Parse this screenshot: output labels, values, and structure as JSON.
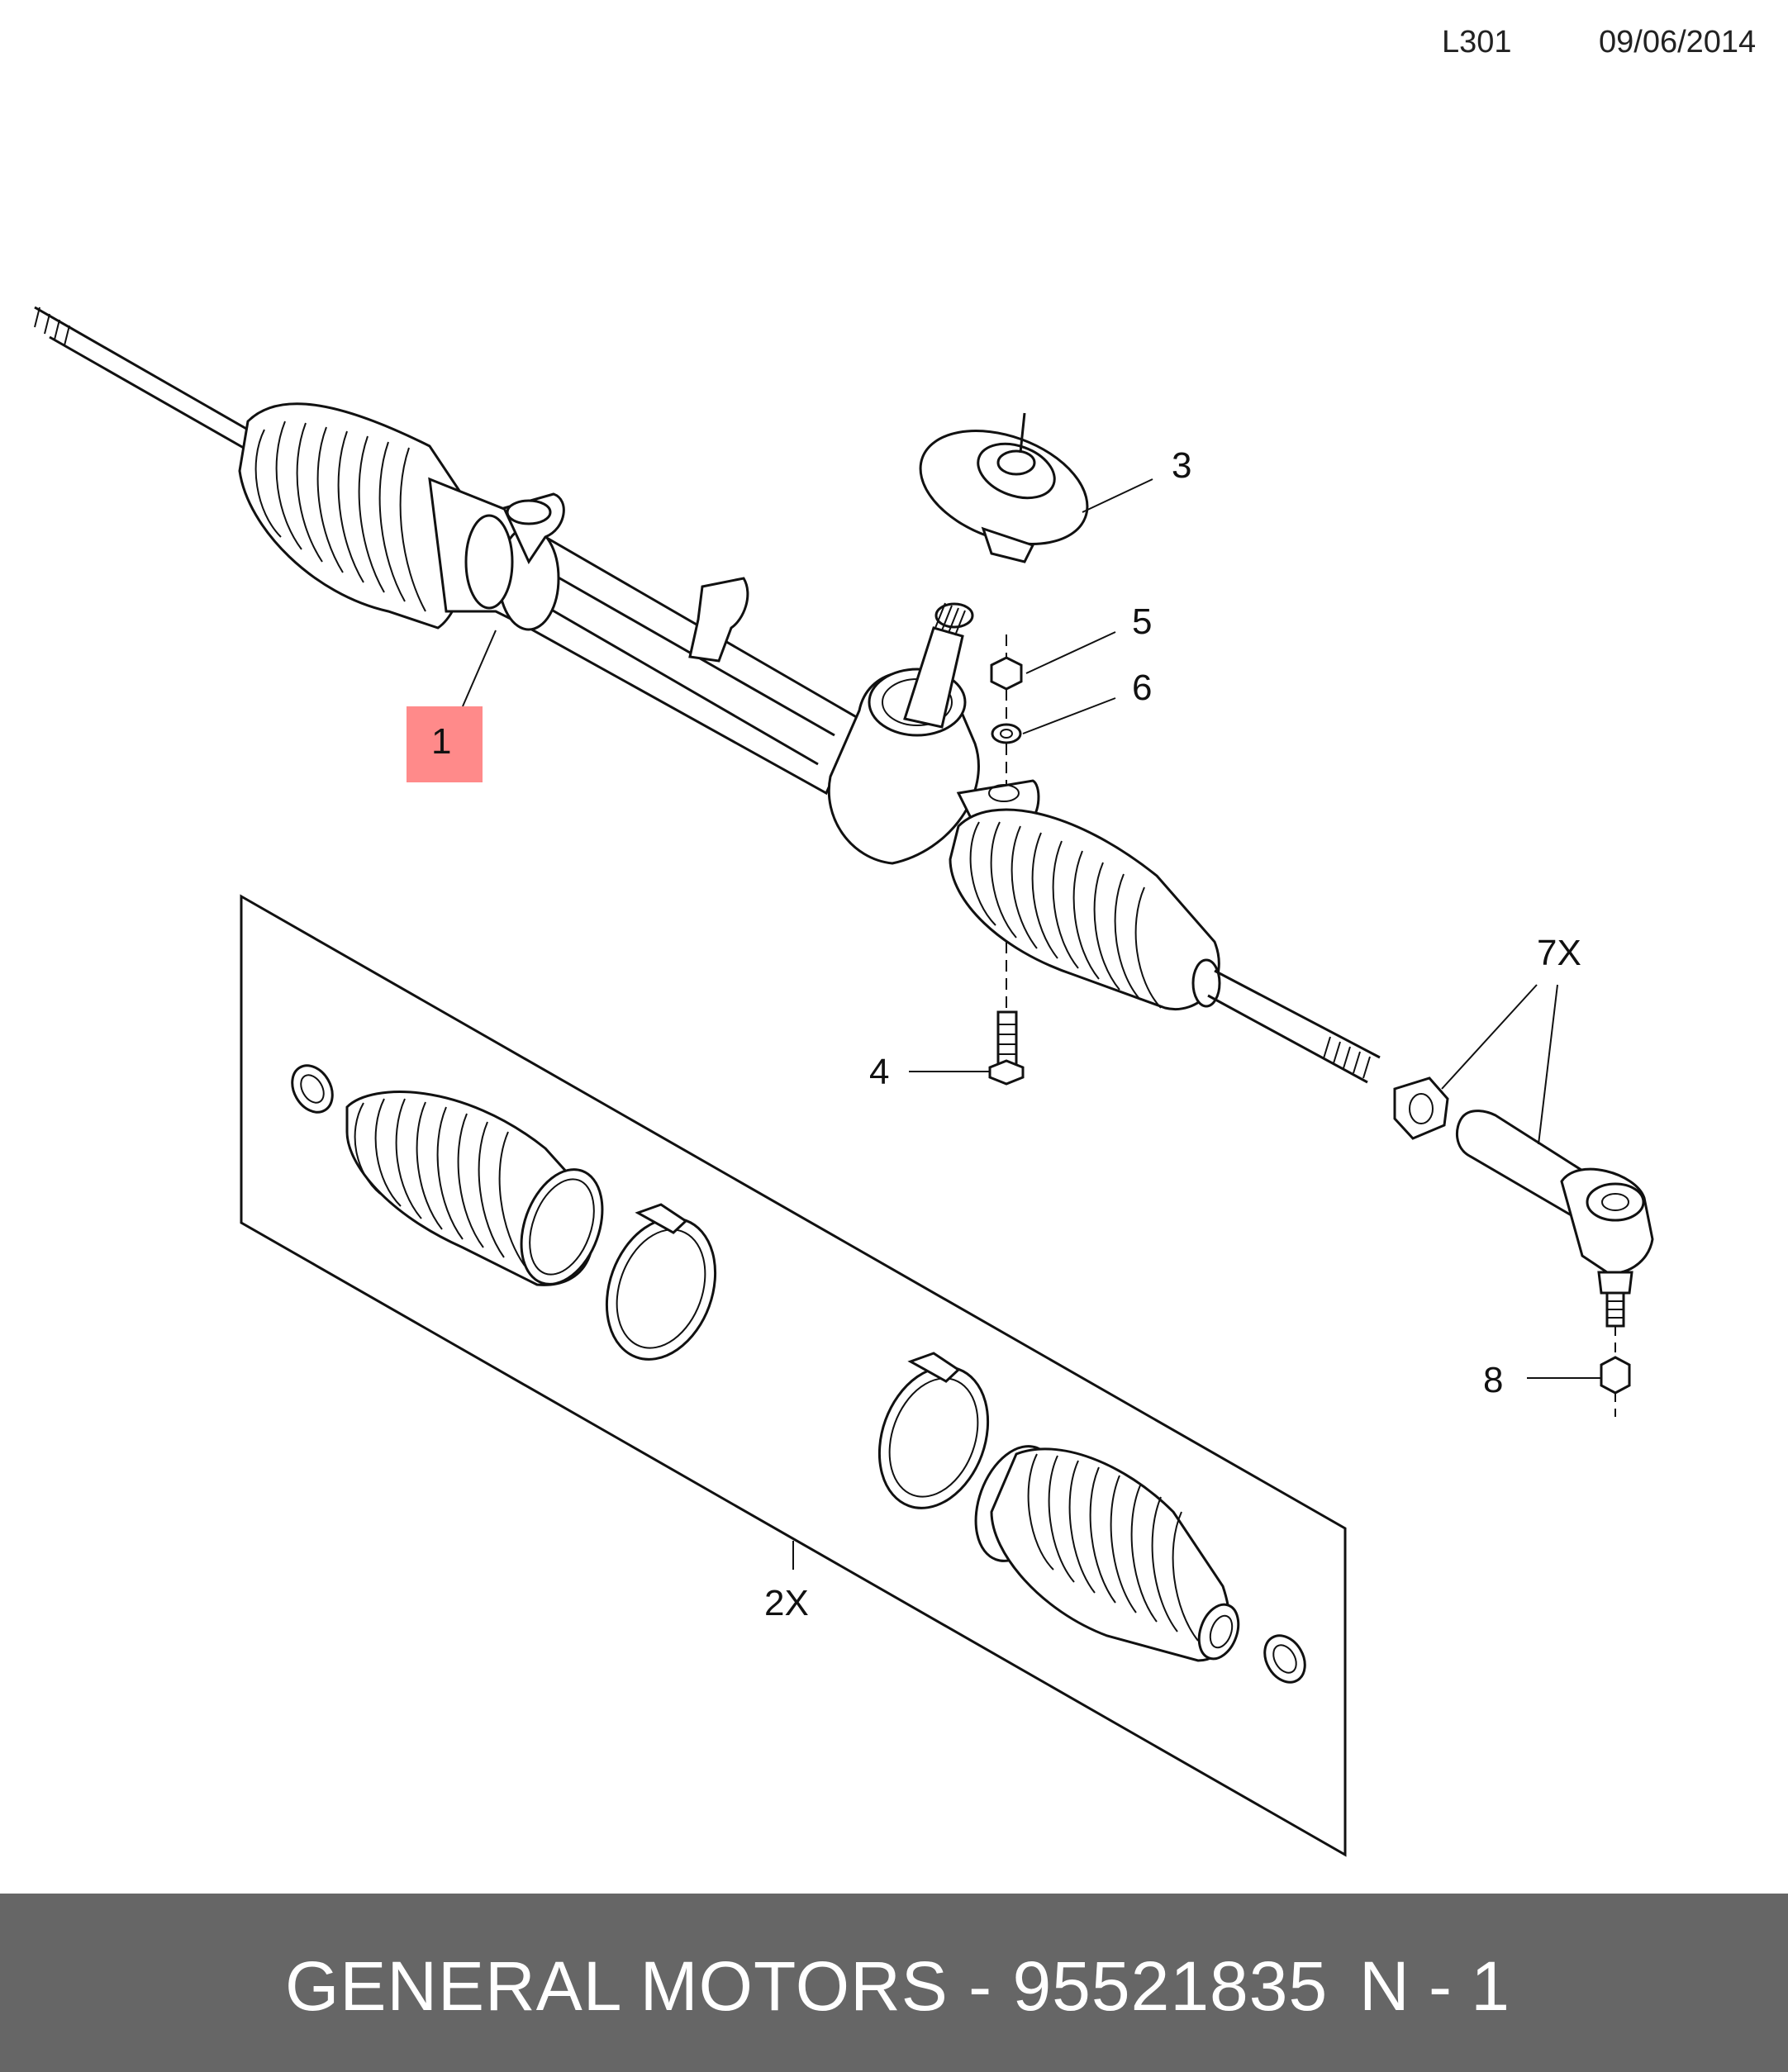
{
  "header": {
    "code": "L301",
    "date": "09/06/2014"
  },
  "footer": {
    "brand_part": "GENERAL MOTORS - 95521835",
    "position": "N - 1"
  },
  "callouts": {
    "c1": "1",
    "c2": "2X",
    "c3": "3",
    "c4": "4",
    "c5": "5",
    "c6": "6",
    "c7": "7X",
    "c8": "8"
  },
  "colors": {
    "highlight": "#ff8a8a",
    "footer_bg": "#666666",
    "line": "#111111"
  }
}
